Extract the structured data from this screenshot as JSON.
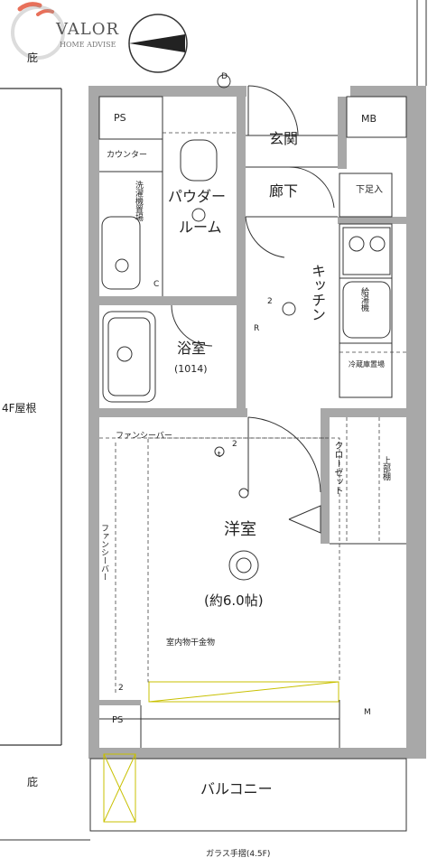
{
  "logo": {
    "name": "VALOR",
    "tagline": "HOME ADVISE"
  },
  "rooms": {
    "genkan": "玄関",
    "rouka": "廊下",
    "kitchen": "キッチン",
    "powder_room_1": "パウダー",
    "powder_room_2": "ルーム",
    "bath": "浴室",
    "bath_size": "(1014)",
    "western": "洋室",
    "western_size": "(約6.0帖)",
    "balcony": "バルコニー",
    "closet": "クローゼット"
  },
  "labels": {
    "ps_top": "PS",
    "ps_bottom": "PS",
    "mb": "MB",
    "counter": "カウンター",
    "shoe_box": "下足入",
    "washer": "洗濯機置場",
    "hot_water": "給湯機",
    "fridge": "冷蔵庫置場",
    "upper_shelf": "上部棚",
    "fan_bar_h": "ファンシーバー",
    "fan_bar_v": "ファンシーバー",
    "laundry_hardware": "室内物干金物",
    "hisashi_top": "庇",
    "hisashi_bottom": "庇",
    "roof_4f": "4F屋根",
    "glass_rail": "ガラス手摺(4.5F)",
    "mark_d": "D",
    "mark_c": "C",
    "mark_r": "R",
    "mark_m": "M",
    "mark_t": "t",
    "mark_2a": "2",
    "mark_2b": "2",
    "mark_2c": "2"
  },
  "colors": {
    "wall": "#a8a8a8",
    "line": "#333333",
    "fixture": "#c8c000",
    "logo_red": "#e8705a",
    "logo_gray": "#9a9a9a"
  }
}
